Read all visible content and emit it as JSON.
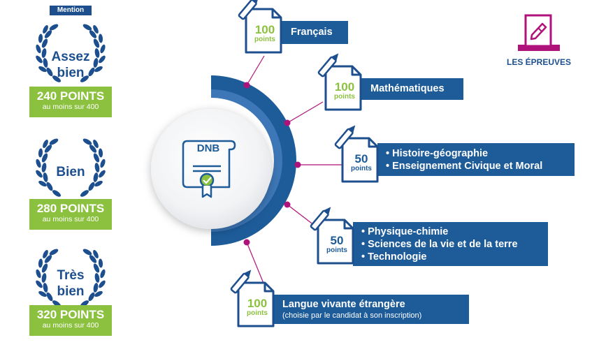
{
  "colors": {
    "navy": "#1d4f8f",
    "banner": "#1d5b99",
    "green": "#8bc13f",
    "magenta": "#b0127b",
    "arc_outer": "#1d5b99",
    "arc_inner": "#3d77b7"
  },
  "mention_label": "Mention",
  "levels": [
    {
      "word": [
        "Assez",
        "bien"
      ],
      "points": "240 POINTS",
      "sub": "au moins sur 400"
    },
    {
      "word": [
        "Bien"
      ],
      "points": "280 POINTS",
      "sub": "au moins sur 400"
    },
    {
      "word": [
        "Très",
        "bien"
      ],
      "points": "320 POINTS",
      "sub": "au moins sur 400"
    }
  ],
  "center_label": "DNB",
  "epreuves_label": "LES ÉPREUVES",
  "subjects": [
    {
      "points": "100",
      "unit": "points",
      "lines": [
        "Français"
      ]
    },
    {
      "points": "100",
      "unit": "points",
      "lines": [
        "Mathématiques"
      ]
    },
    {
      "points": "50",
      "unit": "points",
      "lines": [
        "• Histoire-géographie",
        "• Enseignement Civique et Moral"
      ]
    },
    {
      "points": "50",
      "unit": "points",
      "lines": [
        "• Physique-chimie",
        "• Sciences de la vie et de la terre",
        "• Technologie"
      ]
    },
    {
      "points": "100",
      "unit": "points",
      "lines": [
        "Langue vivante étrangère"
      ],
      "note": "(choisie par le candidat à son inscription)"
    }
  ]
}
